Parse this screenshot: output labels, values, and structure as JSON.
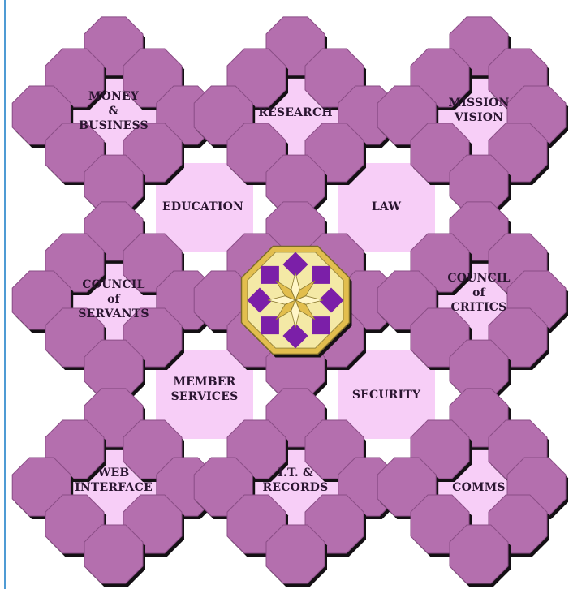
{
  "colors": {
    "tile": "#b46fae",
    "tile_edge": "#8a4d86",
    "tile_shadow": "#141014",
    "zone_fill": "#f7cef7",
    "left_rule": "#4f9bd4",
    "emblem_outer": "#e2be4e",
    "emblem_purple": "#7b1fa8",
    "emblem_light": "#f4e9a6"
  },
  "diagram": {
    "center_icon": "octagonal-star-emblem-icon",
    "zones": [
      {
        "id": "money-business",
        "lines": [
          "MONEY",
          "&",
          "BUSINESS"
        ]
      },
      {
        "id": "research",
        "lines": [
          "RESEARCH"
        ]
      },
      {
        "id": "mission-vision",
        "lines": [
          "MISSION",
          "VISION"
        ]
      },
      {
        "id": "education",
        "lines": [
          "EDUCATION"
        ]
      },
      {
        "id": "law",
        "lines": [
          "LAW"
        ]
      },
      {
        "id": "council-of-servants",
        "lines": [
          "COUNCIL",
          "of",
          "SERVANTS"
        ]
      },
      {
        "id": "council-of-critics",
        "lines": [
          "COUNCIL",
          "of",
          "CRITICS"
        ]
      },
      {
        "id": "member-services",
        "lines": [
          "MEMBER",
          "SERVICES"
        ]
      },
      {
        "id": "security",
        "lines": [
          "SECURITY"
        ]
      },
      {
        "id": "web-interface",
        "lines": [
          "WEB",
          "INTERFACE"
        ]
      },
      {
        "id": "it-records",
        "lines": [
          "I.T. &",
          "RECORDS"
        ]
      },
      {
        "id": "comms",
        "lines": [
          "COMMS"
        ]
      }
    ]
  }
}
